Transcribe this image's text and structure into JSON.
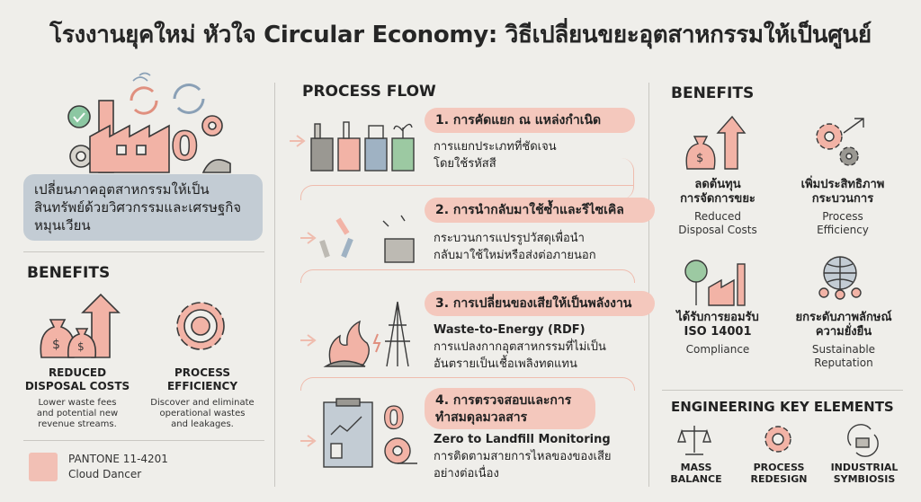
{
  "title": "โรงงานยุคใหม่ หัวใจ Circular Economy: วิธีเปลี่ยนขยะอุตสาหกรรมให้เป็นศูนย์",
  "hero": {
    "text": "เปลี่ยนภาคอุตสาหกรรมให้เป็นสินทรัพย์ด้วยวิศวกรรมและเศรษฐกิจหมุนเวียน",
    "counter": "0"
  },
  "left_benefits": {
    "heading": "BENEFITS",
    "items": [
      {
        "title": "REDUCED\nDISPOSAL COSTS",
        "desc": "Lower waste fees\nand potential new\nrevenue streams."
      },
      {
        "title": "PROCESS\nEFFICIENCY",
        "desc": "Discover and eliminate\noperational wastes\nand leakages."
      }
    ]
  },
  "pantone": {
    "code": "PANTONE 11-4201",
    "name": "Cloud Dancer",
    "color": "#f2c0b5"
  },
  "process": {
    "heading": "PROCESS FLOW",
    "steps": [
      {
        "title": "1. การคัดแยก ณ แหล่งกำเนิด",
        "line1": "การแยกประเภทที่ชัดเจน",
        "line2": "โดยใช้รหัสสี",
        "line3": ""
      },
      {
        "title": "2. การนำกลับมาใช้ซ้ำและรีไซเคิล",
        "line1": "กระบวนการแปรรูปวัสดุเพื่อนำ",
        "line2": "กลับมาใช้ใหม่หรือส่งต่อภายนอก",
        "line3": ""
      },
      {
        "title": "3. การเปลี่ยนของเสียให้เป็นพลังงาน",
        "line1": "Waste-to-Energy (RDF)",
        "line2": "การแปลงกากอุตสาหกรรมที่ไม่เป็น",
        "line3": "อันตรายเป็นเชื้อเพลิงทดแทน"
      },
      {
        "title": "4. การตรวจสอบและการ\nทำสมดุลมวลสาร",
        "line1": "Zero to Landfill Monitoring",
        "line2": "การติดตามสายการไหลของของเสีย",
        "line3": "อย่างต่อเนื่อง"
      }
    ],
    "counter": "0"
  },
  "right_benefits": {
    "heading": "BENEFITS",
    "items": [
      {
        "title": "ลดต้นทุน\nการจัดการขยะ",
        "desc": "Reduced\nDisposal Costs"
      },
      {
        "title": "เพิ่มประสิทธิภาพ\nกระบวนการ",
        "desc": "Process\nEfficiency"
      },
      {
        "title": "ได้รับการยอมรับ\nISO 14001",
        "desc": "Compliance"
      },
      {
        "title": "ยกระดับภาพลักษณ์\nความยั่งยืน",
        "desc": "Sustainable\nReputation"
      }
    ]
  },
  "key_elements": {
    "heading": "ENGINEERING KEY ELEMENTS",
    "items": [
      {
        "label": "MASS\nBALANCE"
      },
      {
        "label": "PROCESS\nREDESIGN"
      },
      {
        "label": "INDUSTRIAL\nSYMBIOSIS"
      }
    ]
  },
  "colors": {
    "accent": "#f4c8bd",
    "icon_fill": "#f2b3a6",
    "icon_stroke": "#3a3a3a",
    "panel": "#c3ccd4",
    "background": "#efeeea"
  }
}
